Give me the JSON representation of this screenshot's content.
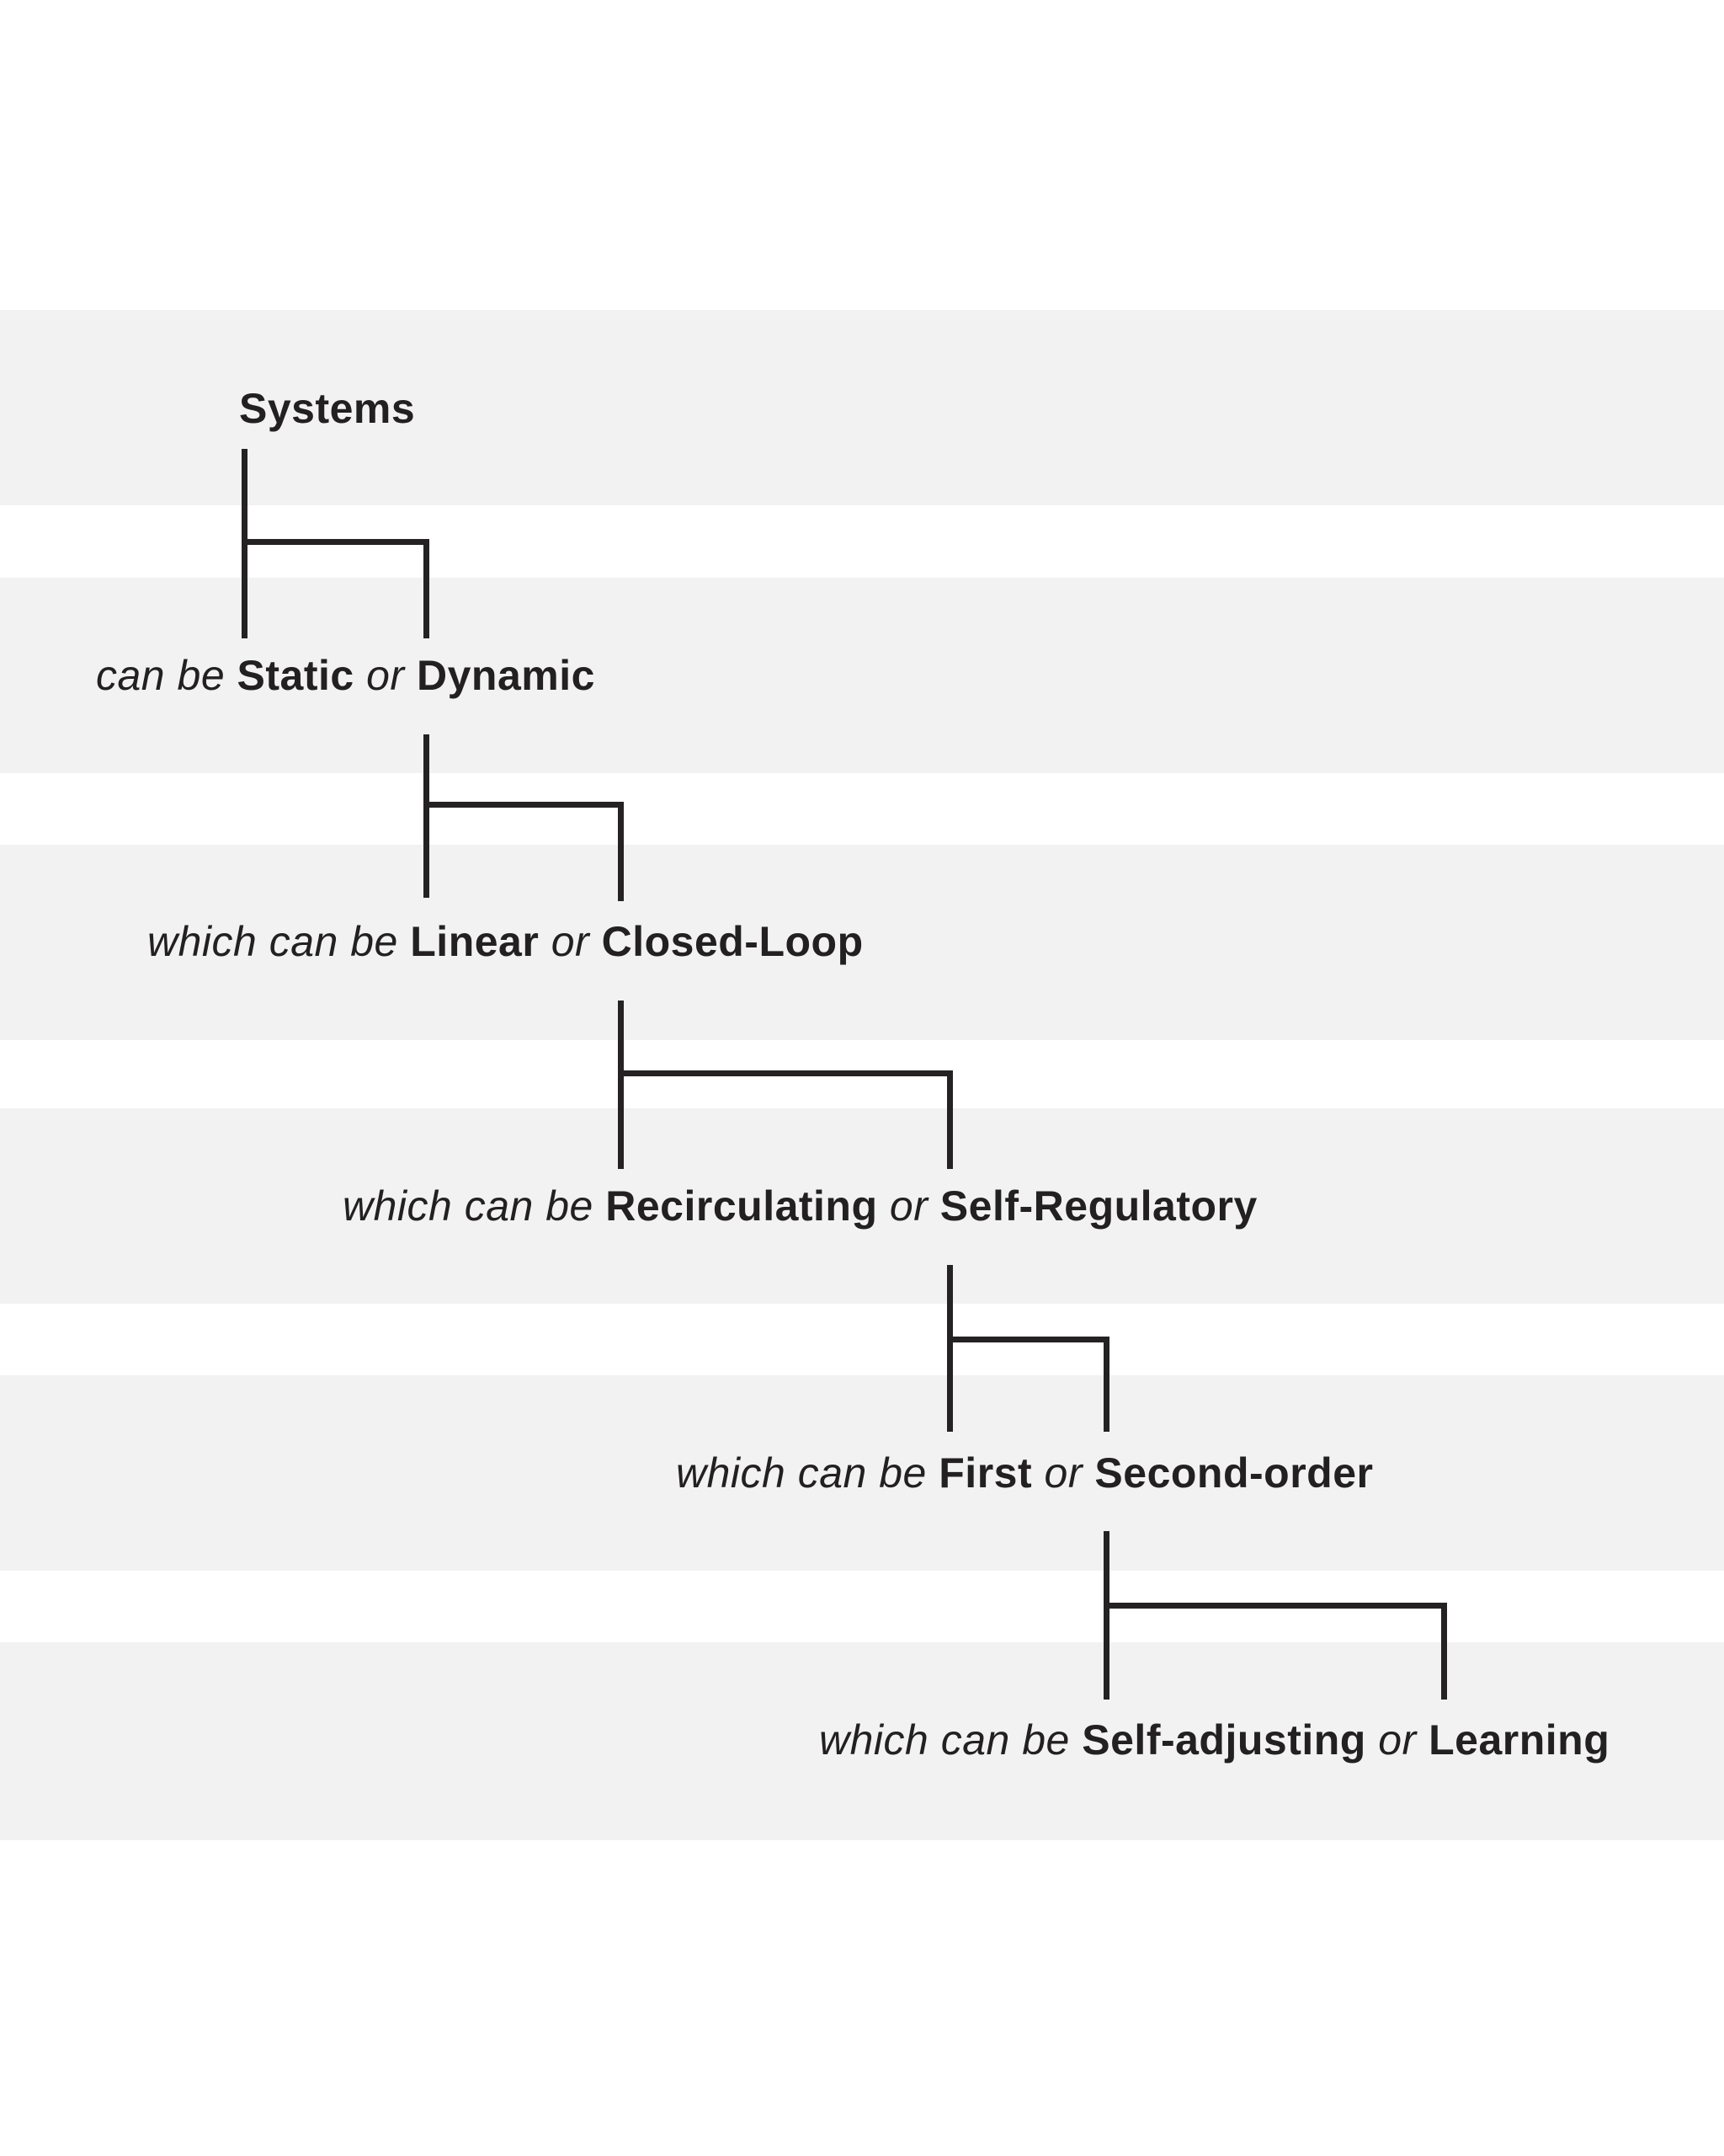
{
  "page": {
    "background_color": "#ffffff",
    "band_color": "#f2f2f2",
    "line_color": "#242223",
    "text_color": "#232021"
  },
  "diagram": {
    "type": "tree",
    "root_label": "Systems",
    "levels": [
      {
        "prefix": "can be",
        "option_a": "Static",
        "conjunction": "or",
        "option_b": "Dynamic"
      },
      {
        "prefix": "which can be",
        "option_a": "Linear",
        "conjunction": "or",
        "option_b": "Closed-Loop"
      },
      {
        "prefix": "which can be",
        "option_a": "Recirculating",
        "conjunction": "or",
        "option_b": "Self-Regulatory"
      },
      {
        "prefix": "which can be",
        "option_a": "First",
        "conjunction": "or",
        "option_b": "Second-order"
      },
      {
        "prefix": "which can be",
        "option_a": "Self-adjusting",
        "conjunction": "or",
        "option_b": "Learning"
      }
    ]
  }
}
